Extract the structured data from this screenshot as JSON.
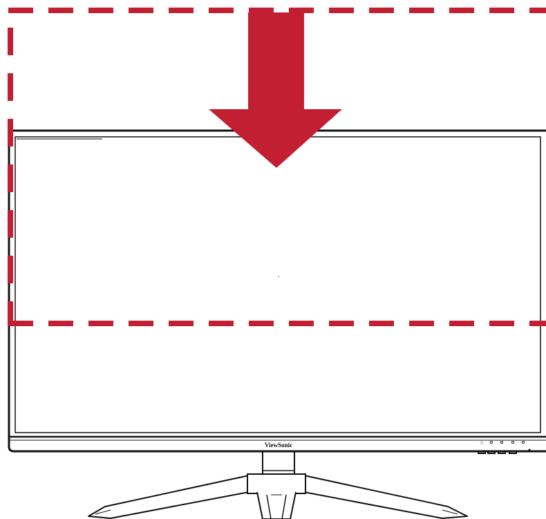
{
  "monitor": {
    "brand": "ViewSonic",
    "front_buttons": [
      {
        "icon": "star-icon"
      },
      {
        "icon": "circle-icon"
      },
      {
        "icon": "circle-icon"
      },
      {
        "icon": "circle-icon"
      },
      {
        "icon": "circle-icon"
      }
    ],
    "power_led": "power-led-indicator"
  },
  "overlay": {
    "direction": "down",
    "color": "#c21f32",
    "outline_style": "dashed"
  }
}
